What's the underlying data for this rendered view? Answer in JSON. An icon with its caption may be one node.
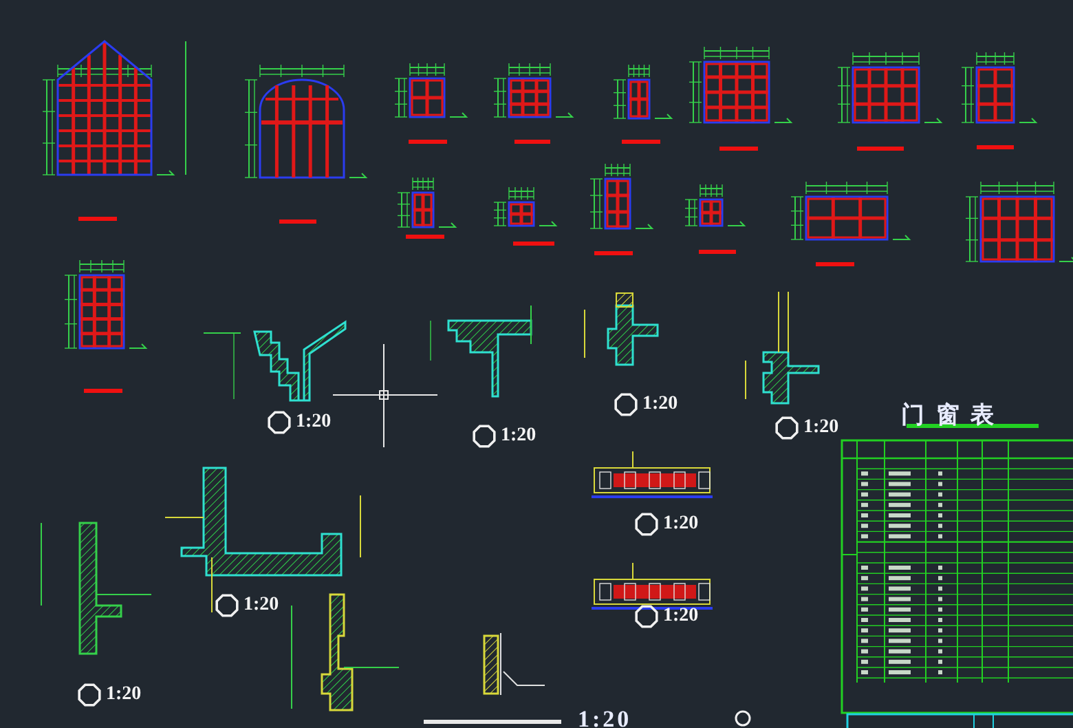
{
  "diagram": {
    "labels": [
      "1:20",
      "1:20",
      "1:20",
      "1:20",
      "门 窗 表",
      "1:20",
      "1:20",
      "1:20",
      "1:20",
      "1:20"
    ]
  }
}
